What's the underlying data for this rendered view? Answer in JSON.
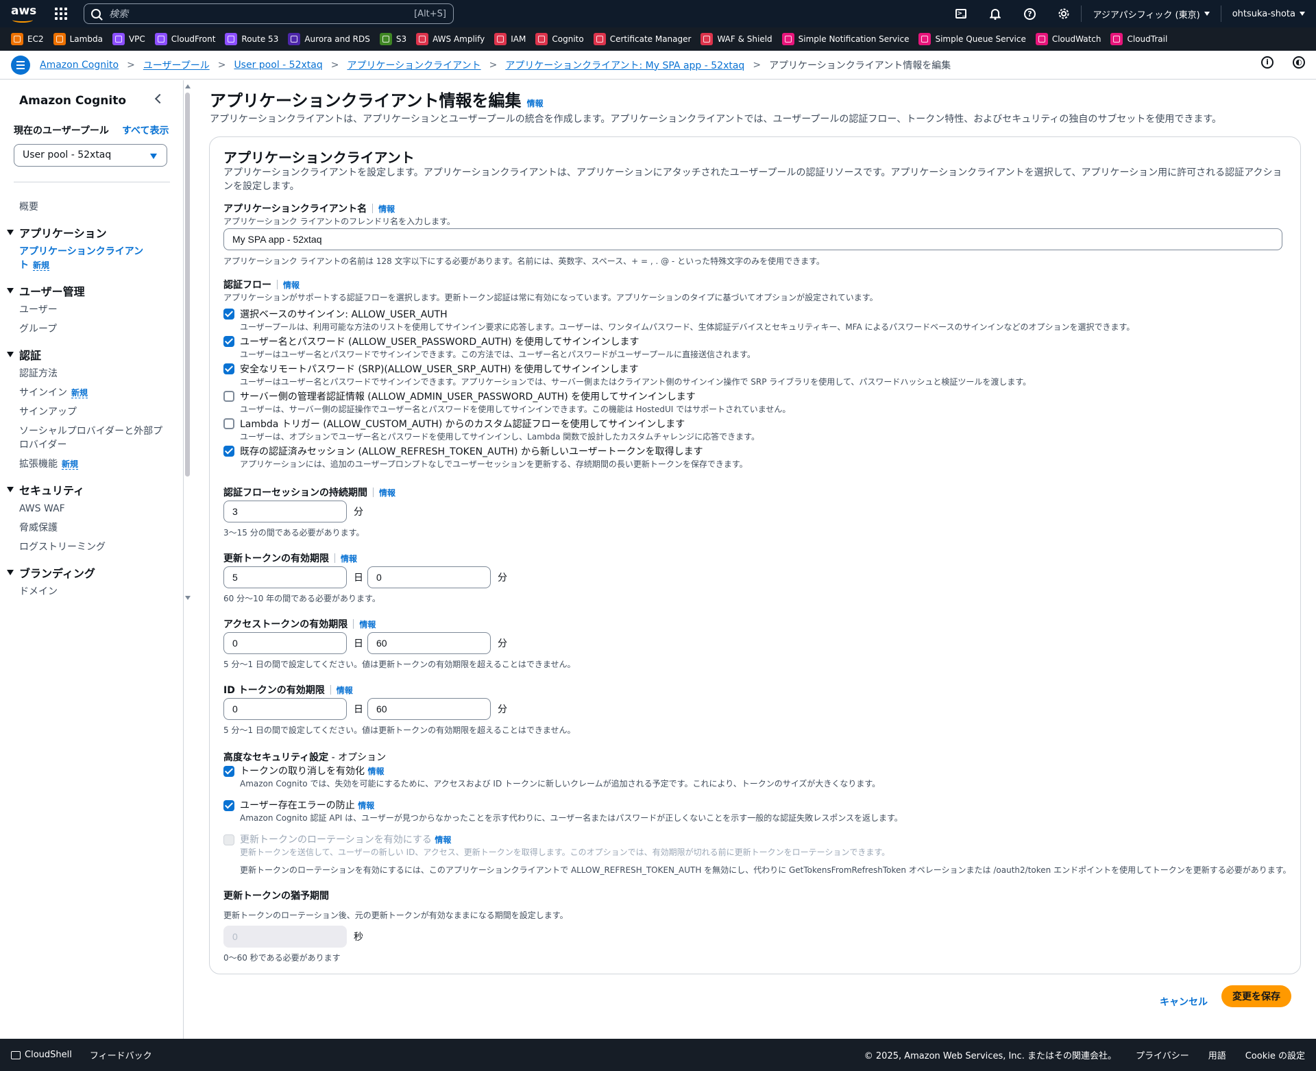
{
  "topnav": {
    "logo": "aws",
    "search_placeholder": "検索",
    "search_shortcut": "[Alt+S]",
    "region": "アジアパシフィック (東京)",
    "user": "ohtsuka-shota"
  },
  "favorites": [
    {
      "label": "EC2",
      "color": "#ed7100"
    },
    {
      "label": "Lambda",
      "color": "#ed7100"
    },
    {
      "label": "VPC",
      "color": "#8c4fff"
    },
    {
      "label": "CloudFront",
      "color": "#8c4fff"
    },
    {
      "label": "Route 53",
      "color": "#8c4fff"
    },
    {
      "label": "Aurora and RDS",
      "color": "#4d27aa"
    },
    {
      "label": "S3",
      "color": "#3f8624"
    },
    {
      "label": "AWS Amplify",
      "color": "#dd344c"
    },
    {
      "label": "IAM",
      "color": "#dd344c"
    },
    {
      "label": "Cognito",
      "color": "#dd344c"
    },
    {
      "label": "Certificate Manager",
      "color": "#dd344c"
    },
    {
      "label": "WAF & Shield",
      "color": "#dd344c"
    },
    {
      "label": "Simple Notification Service",
      "color": "#e7157b"
    },
    {
      "label": "Simple Queue Service",
      "color": "#e7157b"
    },
    {
      "label": "CloudWatch",
      "color": "#e7157b"
    },
    {
      "label": "CloudTrail",
      "color": "#e7157b"
    }
  ],
  "breadcrumb": {
    "items": [
      "Amazon Cognito",
      "ユーザープール",
      "User pool - 52xtaq",
      "アプリケーションクライアント",
      "アプリケーションクライアント: My SPA app - 52xtaq"
    ],
    "current": "アプリケーションクライアント情報を編集"
  },
  "sidebar": {
    "title": "Amazon Cognito",
    "pool_label": "現在のユーザープール",
    "show_all": "すべて表示",
    "pool_value": "User pool - 52xtaq",
    "overview": "概要",
    "new_tag": "新規",
    "sections": [
      {
        "title": "アプリケーション",
        "items": [
          "アプリケーションクライアント"
        ]
      },
      {
        "title": "ユーザー管理",
        "items": [
          "ユーザー",
          "グループ"
        ]
      },
      {
        "title": "認証",
        "items": [
          "認証方法",
          "サインイン",
          "サインアップ",
          "ソーシャルプロバイダーと外部プロバイダー",
          "拡張機能"
        ]
      },
      {
        "title": "セキュリティ",
        "items": [
          "AWS WAF",
          "脅威保護",
          "ログストリーミング"
        ]
      },
      {
        "title": "ブランディング",
        "items": [
          "ドメイン"
        ]
      }
    ]
  },
  "page": {
    "title": "アプリケーションクライアント情報を編集",
    "info": "情報",
    "description": "アプリケーションクライアントは、アプリケーションとユーザープールの統合を作成します。アプリケーションクライアントでは、ユーザープールの認証フロー、トークン特性、およびセキュリティの独自のサブセットを使用できます。"
  },
  "card": {
    "title": "アプリケーションクライアント",
    "description": "アプリケーションクライアントを設定します。アプリケーションクライアントは、アプリケーションにアタッチされたユーザープールの認証リソースです。アプリケーションクライアントを選択して、アプリケーション用に許可される認証アクションを設定します。",
    "name": {
      "label": "アプリケーションクライアント名",
      "desc": "アプリケーションク ライアントのフレンドリ名を入力します。",
      "value": "My SPA app - 52xtaq",
      "hint": "アプリケーションク ライアントの名前は 128 文字以下にする必要があります。名前には、英数字、スペース、+ = , . @ - といった特殊文字のみを使用できます。"
    },
    "flows": {
      "label": "認証フロー",
      "desc": "アプリケーションがサポートする認証フローを選択します。更新トークン認証は常に有効になっています。アプリケーションのタイプに基づいてオプションが設定されています。",
      "items": [
        {
          "label": "選択ベースのサインイン: ALLOW_USER_AUTH",
          "desc": "ユーザープールは、利用可能な方法のリストを使用してサインイン要求に応答します。ユーザーは、ワンタイムパスワード、生体認証デバイスとセキュリティキー、MFA によるパスワードベースのサインインなどのオプションを選択できます。",
          "checked": true
        },
        {
          "label": "ユーザー名とパスワード (ALLOW_USER_PASSWORD_AUTH) を使用してサインインします",
          "desc": "ユーザーはユーザー名とパスワードでサインインできます。この方法では、ユーザー名とパスワードがユーザープールに直接送信されます。",
          "checked": true
        },
        {
          "label": "安全なリモートパスワード (SRP)(ALLOW_USER_SRP_AUTH) を使用してサインインします",
          "desc": "ユーザーはユーザー名とパスワードでサインインできます。アプリケーションでは、サーバー側またはクライアント側のサインイン操作で SRP ライブラリを使用して、パスワードハッシュと検証ツールを渡します。",
          "checked": true
        },
        {
          "label": "サーバー側の管理者認証情報 (ALLOW_ADMIN_USER_PASSWORD_AUTH) を使用してサインインします",
          "desc": "ユーザーは、サーバー側の認証操作でユーザー名とパスワードを使用してサインインできます。この機能は HostedUI ではサポートされていません。",
          "checked": false
        },
        {
          "label": "Lambda トリガー (ALLOW_CUSTOM_AUTH) からのカスタム認証フローを使用してサインインします",
          "desc": "ユーザーは、オプションでユーザー名とパスワードを使用してサインインし、Lambda 関数で設計したカスタムチャレンジに応答できます。",
          "checked": false
        },
        {
          "label": "既存の認証済みセッション (ALLOW_REFRESH_TOKEN_AUTH) から新しいユーザートークンを取得します",
          "desc": "アプリケーションには、追加のユーザープロンプトなしでユーザーセッションを更新する、存続期間の長い更新トークンを保存できます。",
          "checked": true
        }
      ]
    },
    "session": {
      "label": "認証フローセッションの持続期間",
      "value": "3",
      "unit": "分",
      "hint": "3〜15 分の間である必要があります。"
    },
    "refresh": {
      "label": "更新トークンの有効期限",
      "days": "5",
      "minutes": "0",
      "unit_day": "日",
      "unit_min": "分",
      "hint": "60 分〜10 年の間である必要があります。"
    },
    "access": {
      "label": "アクセストークンの有効期限",
      "days": "0",
      "minutes": "60",
      "unit_day": "日",
      "unit_min": "分",
      "hint": "5 分〜1 日の間で設定してください。値は更新トークンの有効期限を超えることはできません。"
    },
    "idtoken": {
      "label": "ID トークンの有効期限",
      "days": "0",
      "minutes": "60",
      "unit_day": "日",
      "unit_min": "分",
      "hint": "5 分〜1 日の間で設定してください。値は更新トークンの有効期限を超えることはできません。"
    },
    "advanced": {
      "label": "高度なセキュリティ設定",
      "optional": " - オプション",
      "revoke": {
        "label": "トークンの取り消しを有効化",
        "desc": "Amazon Cognito では、失効を可能にするために、アクセスおよび ID トークンに新しいクレームが追加される予定です。これにより、トークンのサイズが大きくなります。",
        "checked": true
      },
      "prevent": {
        "label": "ユーザー存在エラーの防止",
        "desc": "Amazon Cognito 認証 API は、ユーザーが見つからなかったことを示す代わりに、ユーザー名またはパスワードが正しくないことを示す一般的な認証失敗レスポンスを返します。",
        "checked": true
      },
      "rotation": {
        "label": "更新トークンのローテーションを有効にする",
        "desc": "更新トークンを送信して、ユーザーの新しい ID、アクセス、更新トークンを取得します。このオプションでは、有効期限が切れる前に更新トークンをローテーションできます。",
        "note": "更新トークンのローテーションを有効にするには、このアプリケーションクライアントで ALLOW_REFRESH_TOKEN_AUTH を無効にし、代わりに GetTokensFromRefreshToken オペレーションまたは /oauth2/token エンドポイントを使用してトークンを更新する必要があります。",
        "checked": false
      }
    },
    "grace": {
      "label": "更新トークンの猶予期間",
      "desc": "更新トークンのローテーション後、元の更新トークンが有効なままになる期間を設定します。",
      "value": "0",
      "unit": "秒",
      "hint": "0〜60 秒である必要があります"
    }
  },
  "actions": {
    "cancel": "キャンセル",
    "save": "変更を保存"
  },
  "footer": {
    "cloudshell": "CloudShell",
    "feedback": "フィードバック",
    "copyright": "© 2025, Amazon Web Services, Inc. またはその関連会社。",
    "privacy": "プライバシー",
    "terms": "用語",
    "cookies": "Cookie の設定"
  }
}
